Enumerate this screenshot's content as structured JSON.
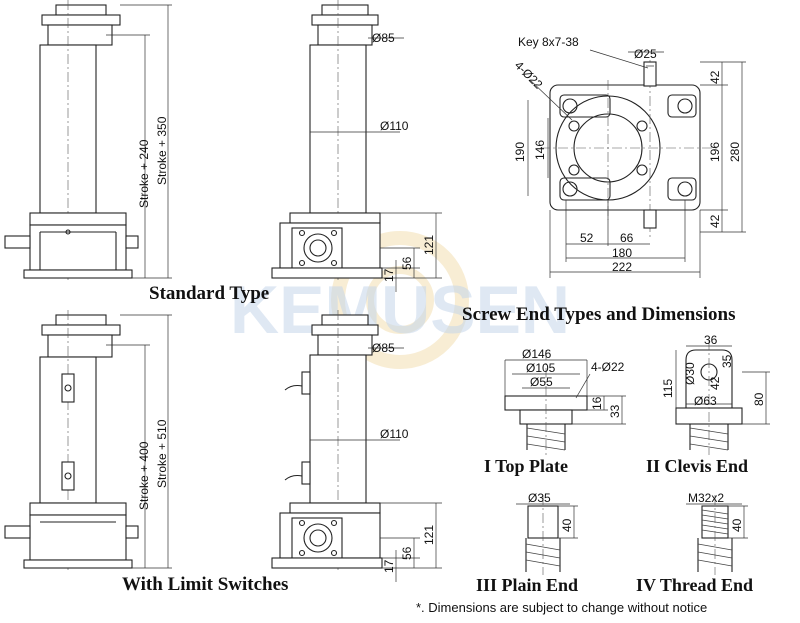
{
  "watermark": "KEMUSEN",
  "captions": {
    "standard": "Standard Type",
    "limit": "With Limit Switches",
    "screw_ends": "Screw End Types and Dimensions",
    "top_plate": "I  Top Plate",
    "clevis": "II  Clevis End",
    "plain": "III  Plain End",
    "thread": "IV  Thread End"
  },
  "note": "*. Dimensions are subject to change without notice",
  "standard_front": {
    "stroke_a": "Stroke + 240",
    "stroke_b": "Stroke + 350"
  },
  "standard_side": {
    "d_top": "Ø85",
    "d_body": "Ø110",
    "h_total": "121",
    "h_mid": "56",
    "h_base": "17"
  },
  "limit_front": {
    "stroke_a": "Stroke + 400",
    "stroke_b": "Stroke + 510"
  },
  "limit_side": {
    "d_top": "Ø85",
    "d_body": "Ø110",
    "h_total": "121",
    "h_mid": "56",
    "h_base": "17"
  },
  "plan_view": {
    "key": "Key 8x7-38",
    "shaft": "Ø25",
    "holes": "4-Ø22",
    "h_190": "190",
    "h_146": "146",
    "w_52": "52",
    "w_66": "66",
    "w_180": "180",
    "w_222": "222",
    "r_42_top": "42",
    "r_196": "196",
    "r_280": "280",
    "r_42_bot": "42"
  },
  "top_plate": {
    "d146": "Ø146",
    "d105": "Ø105",
    "d55": "Ø55",
    "holes": "4-Ø22",
    "t16": "16",
    "t33": "33"
  },
  "clevis": {
    "w36": "36",
    "h115": "115",
    "d30": "Ø30",
    "h42": "42",
    "h35": "35",
    "d63": "Ø63",
    "h80": "80"
  },
  "plain": {
    "d35": "Ø35",
    "h40": "40"
  },
  "thread": {
    "m": "M32x2",
    "h40": "40"
  }
}
